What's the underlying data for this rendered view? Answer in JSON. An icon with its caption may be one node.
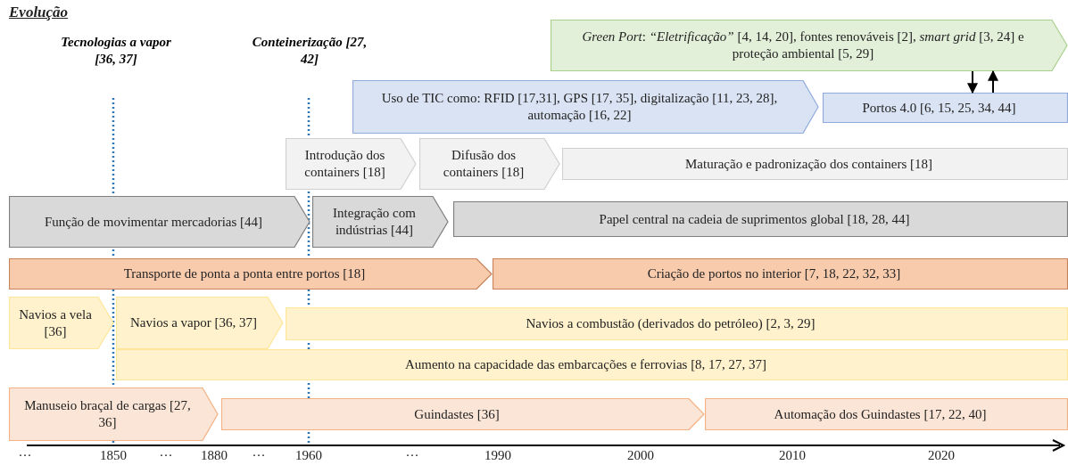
{
  "diagram": {
    "title": "Evolução",
    "nodes": [
      {
        "text": [
          "*Green Port*: *“Eletrificação”* [4, 14, 20], fontes renováveis [2], *smart grid* [3, 24] e proteção ambiental [5, 29]"
        ]
      },
      {
        "text": [
          "Uso de TIC como: RFID [17,31], GPS [17, 35], digitalização [11, 23, 28], automação [16, 22]"
        ]
      },
      {
        "text": [
          "Portos 4.0 [6, 15, 25, 34, 44]"
        ]
      },
      {
        "text": [
          "Introdução dos containers [18]"
        ]
      },
      {
        "text": [
          "Difusão dos containers [18]"
        ]
      },
      {
        "text": [
          "Maturação e padronização dos containers [18]"
        ]
      },
      {
        "text": [
          "Função de movimentar mercadorias [44]"
        ]
      },
      {
        "text": [
          "Integração com indústrias [44]"
        ]
      },
      {
        "text": [
          "Papel central na cadeia de suprimentos global [18, 28, 44]"
        ]
      },
      {
        "text": [
          "Transporte de ponta a ponta entre portos [18]"
        ]
      },
      {
        "text": [
          "Criação de portos no interior [7, 18, 22, 32, 33]"
        ]
      },
      {
        "text": [
          "Navios a vela [36]"
        ]
      },
      {
        "text": [
          "Navios a vapor [36, 37]"
        ]
      },
      {
        "text": [
          "Navios a combustão (derivados do petróleo) [2, 3, 29]"
        ]
      },
      {
        "text": [
          "Aumento na capacidade das embarcações e ferrovias [8, 17, 27, 37]"
        ]
      },
      {
        "text": [
          "Manuseio braçal de cargas [27, 36]"
        ]
      },
      {
        "text": [
          "Guindastes [36]"
        ]
      },
      {
        "text": [
          "Automação dos Guindastes [17, 22, 40]"
        ]
      }
    ],
    "edges": [
      {
        "from": 0,
        "to": 2,
        "arrow": "to"
      },
      {
        "from": 2,
        "to": 0,
        "arrow": "to"
      }
    ],
    "labels": [
      "Tecnologias a vapor [36, 37]",
      "Conteinerização [27, 42]",
      "···",
      "1850",
      "···",
      "1880",
      "···",
      "1960",
      "···",
      "1990",
      "2000",
      "2010",
      "2020"
    ]
  }
}
